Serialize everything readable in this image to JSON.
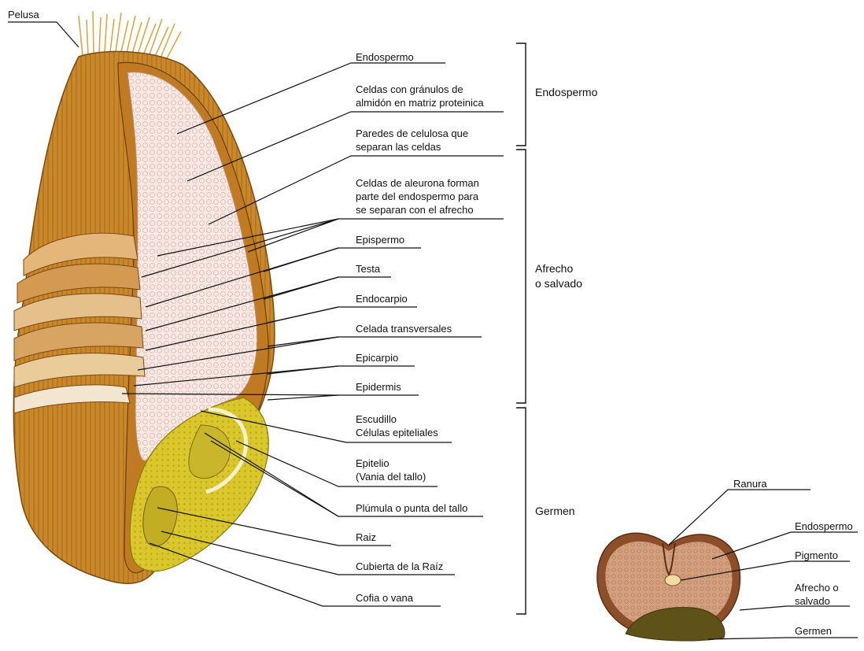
{
  "main_diagram": {
    "top_label": "Pelusa",
    "labels": [
      {
        "id": "endospermo",
        "lines": [
          "Endospermo"
        ]
      },
      {
        "id": "celdas-granulos",
        "lines": [
          "Celdas con gránulos de",
          "almidón en matriz proteinica"
        ]
      },
      {
        "id": "paredes-celulosa",
        "lines": [
          "Paredes de celulosa que",
          "separan las celdas"
        ]
      },
      {
        "id": "celdas-aleurona",
        "lines": [
          "Celdas de aleurona forman",
          "parte del endospermo para",
          "se separan con el afrecho"
        ]
      },
      {
        "id": "epispermo",
        "lines": [
          "Epispermo"
        ]
      },
      {
        "id": "testa",
        "lines": [
          "Testa"
        ]
      },
      {
        "id": "endocarpio",
        "lines": [
          "Endocarpio"
        ]
      },
      {
        "id": "celada-transversales",
        "lines": [
          "Celada transversales"
        ]
      },
      {
        "id": "epicarpio",
        "lines": [
          "Epicarpio"
        ]
      },
      {
        "id": "epidermis",
        "lines": [
          "Epidermis"
        ]
      },
      {
        "id": "escudillo",
        "lines": [
          "Escudillo",
          "Células epiteliales"
        ]
      },
      {
        "id": "epitelio",
        "lines": [
          "Epitelio",
          "(Vania del tallo)"
        ]
      },
      {
        "id": "plumula",
        "lines": [
          "Plúmula o punta del tallo"
        ]
      },
      {
        "id": "raiz",
        "lines": [
          "Raiz"
        ]
      },
      {
        "id": "cubierta-raiz",
        "lines": [
          "Cubierta de la Raíz"
        ]
      },
      {
        "id": "cofia",
        "lines": [
          "Cofia o vana"
        ]
      }
    ],
    "groups": [
      {
        "id": "endospermo",
        "lines": [
          "Endospermo"
        ]
      },
      {
        "id": "afrecho",
        "lines": [
          "Afrecho",
          "o salvado"
        ]
      },
      {
        "id": "germen",
        "lines": [
          "Germen"
        ]
      }
    ]
  },
  "cross_section": {
    "labels": [
      {
        "id": "ranura",
        "lines": [
          "Ranura"
        ]
      },
      {
        "id": "endospermo",
        "lines": [
          "Endospermo"
        ]
      },
      {
        "id": "pigmento",
        "lines": [
          "Pigmento"
        ]
      },
      {
        "id": "afrecho",
        "lines": [
          "Afrecho o",
          "salvado"
        ]
      },
      {
        "id": "germen",
        "lines": [
          "Germen"
        ]
      }
    ]
  },
  "colors": {
    "bran": "#c98a2c",
    "bran_dark": "#8a5516",
    "endosperm": "#f6e6e2",
    "germ": "#d4c224",
    "line": "#111111"
  }
}
